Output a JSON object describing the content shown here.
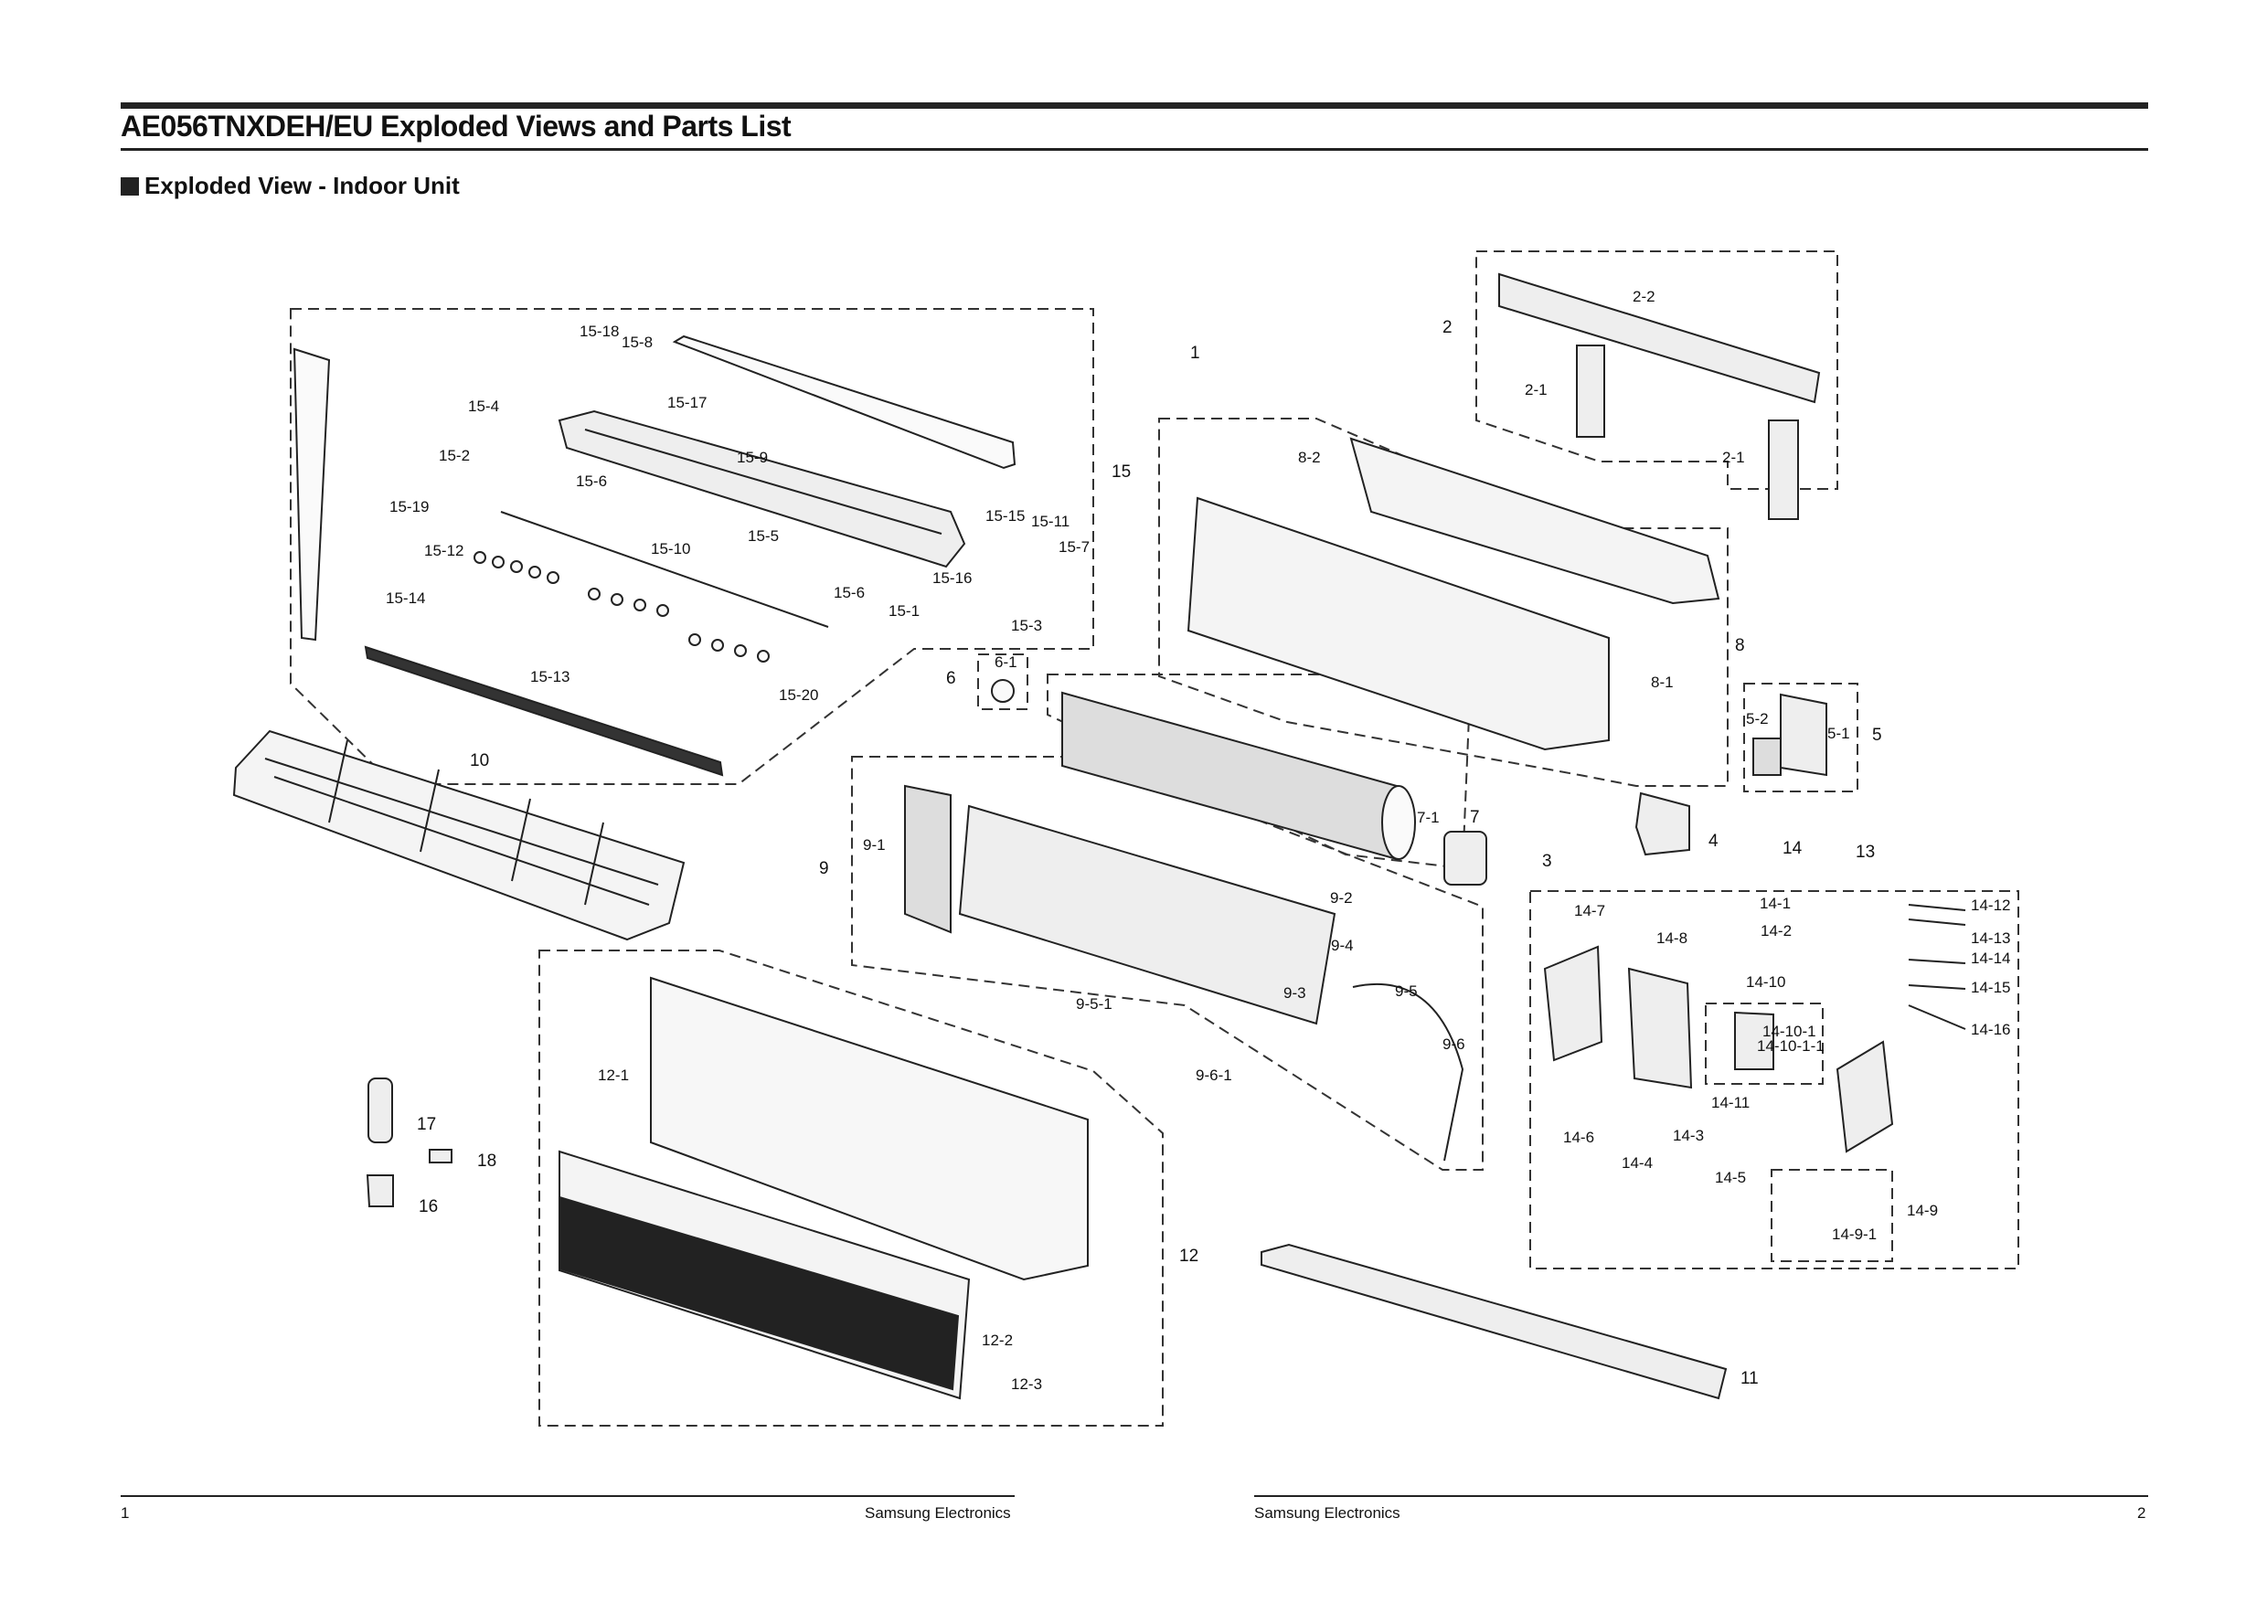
{
  "header": {
    "title": "AE056TNXDEH/EU Exploded Views and Parts List",
    "section": "Exploded View - Indoor Unit"
  },
  "footer": {
    "left_page": "1",
    "left_brand": "Samsung Electronics",
    "right_brand": "Samsung Electronics",
    "right_page": "2"
  },
  "callouts": [
    {
      "id": "c1",
      "text": "1"
    },
    {
      "id": "c2",
      "text": "2"
    },
    {
      "id": "c2-1a",
      "text": "2-1"
    },
    {
      "id": "c2-1b",
      "text": "2-1"
    },
    {
      "id": "c2-2",
      "text": "2-2"
    },
    {
      "id": "c3",
      "text": "3"
    },
    {
      "id": "c4",
      "text": "4"
    },
    {
      "id": "c5",
      "text": "5"
    },
    {
      "id": "c5-1",
      "text": "5-1"
    },
    {
      "id": "c5-2",
      "text": "5-2"
    },
    {
      "id": "c6",
      "text": "6"
    },
    {
      "id": "c6-1",
      "text": "6-1"
    },
    {
      "id": "c7",
      "text": "7"
    },
    {
      "id": "c7-1",
      "text": "7-1"
    },
    {
      "id": "c8",
      "text": "8"
    },
    {
      "id": "c8-1",
      "text": "8-1"
    },
    {
      "id": "c8-2",
      "text": "8-2"
    },
    {
      "id": "c9",
      "text": "9"
    },
    {
      "id": "c9-1",
      "text": "9-1"
    },
    {
      "id": "c9-2",
      "text": "9-2"
    },
    {
      "id": "c9-3",
      "text": "9-3"
    },
    {
      "id": "c9-4",
      "text": "9-4"
    },
    {
      "id": "c9-5",
      "text": "9-5"
    },
    {
      "id": "c9-5-1",
      "text": "9-5-1"
    },
    {
      "id": "c9-6",
      "text": "9-6"
    },
    {
      "id": "c9-6-1",
      "text": "9-6-1"
    },
    {
      "id": "c10",
      "text": "10"
    },
    {
      "id": "c11",
      "text": "11"
    },
    {
      "id": "c12",
      "text": "12"
    },
    {
      "id": "c12-1",
      "text": "12-1"
    },
    {
      "id": "c12-2",
      "text": "12-2"
    },
    {
      "id": "c12-3",
      "text": "12-3"
    },
    {
      "id": "c13",
      "text": "13"
    },
    {
      "id": "c14",
      "text": "14"
    },
    {
      "id": "c14-1",
      "text": "14-1"
    },
    {
      "id": "c14-2",
      "text": "14-2"
    },
    {
      "id": "c14-3",
      "text": "14-3"
    },
    {
      "id": "c14-4",
      "text": "14-4"
    },
    {
      "id": "c14-5",
      "text": "14-5"
    },
    {
      "id": "c14-6",
      "text": "14-6"
    },
    {
      "id": "c14-7",
      "text": "14-7"
    },
    {
      "id": "c14-8",
      "text": "14-8"
    },
    {
      "id": "c14-9",
      "text": "14-9"
    },
    {
      "id": "c14-9-1",
      "text": "14-9-1"
    },
    {
      "id": "c14-10",
      "text": "14-10"
    },
    {
      "id": "c14-10-1",
      "text": "14-10-1"
    },
    {
      "id": "c14-10-1-1",
      "text": "14-10-1-1"
    },
    {
      "id": "c14-11",
      "text": "14-11"
    },
    {
      "id": "c14-12",
      "text": "14-12"
    },
    {
      "id": "c14-13",
      "text": "14-13"
    },
    {
      "id": "c14-14",
      "text": "14-14"
    },
    {
      "id": "c14-15",
      "text": "14-15"
    },
    {
      "id": "c14-16",
      "text": "14-16"
    },
    {
      "id": "c15",
      "text": "15"
    },
    {
      "id": "c15-1",
      "text": "15-1"
    },
    {
      "id": "c15-2",
      "text": "15-2"
    },
    {
      "id": "c15-3",
      "text": "15-3"
    },
    {
      "id": "c15-4",
      "text": "15-4"
    },
    {
      "id": "c15-5",
      "text": "15-5"
    },
    {
      "id": "c15-6a",
      "text": "15-6"
    },
    {
      "id": "c15-6b",
      "text": "15-6"
    },
    {
      "id": "c15-7",
      "text": "15-7"
    },
    {
      "id": "c15-8",
      "text": "15-8"
    },
    {
      "id": "c15-9",
      "text": "15-9"
    },
    {
      "id": "c15-10",
      "text": "15-10"
    },
    {
      "id": "c15-11",
      "text": "15-11"
    },
    {
      "id": "c15-12",
      "text": "15-12"
    },
    {
      "id": "c15-13",
      "text": "15-13"
    },
    {
      "id": "c15-14",
      "text": "15-14"
    },
    {
      "id": "c15-15",
      "text": "15-15"
    },
    {
      "id": "c15-16",
      "text": "15-16"
    },
    {
      "id": "c15-17",
      "text": "15-17"
    },
    {
      "id": "c15-18",
      "text": "15-18"
    },
    {
      "id": "c15-19",
      "text": "15-19"
    },
    {
      "id": "c15-20",
      "text": "15-20"
    },
    {
      "id": "c16",
      "text": "16"
    },
    {
      "id": "c17",
      "text": "17"
    },
    {
      "id": "c18",
      "text": "18"
    }
  ]
}
